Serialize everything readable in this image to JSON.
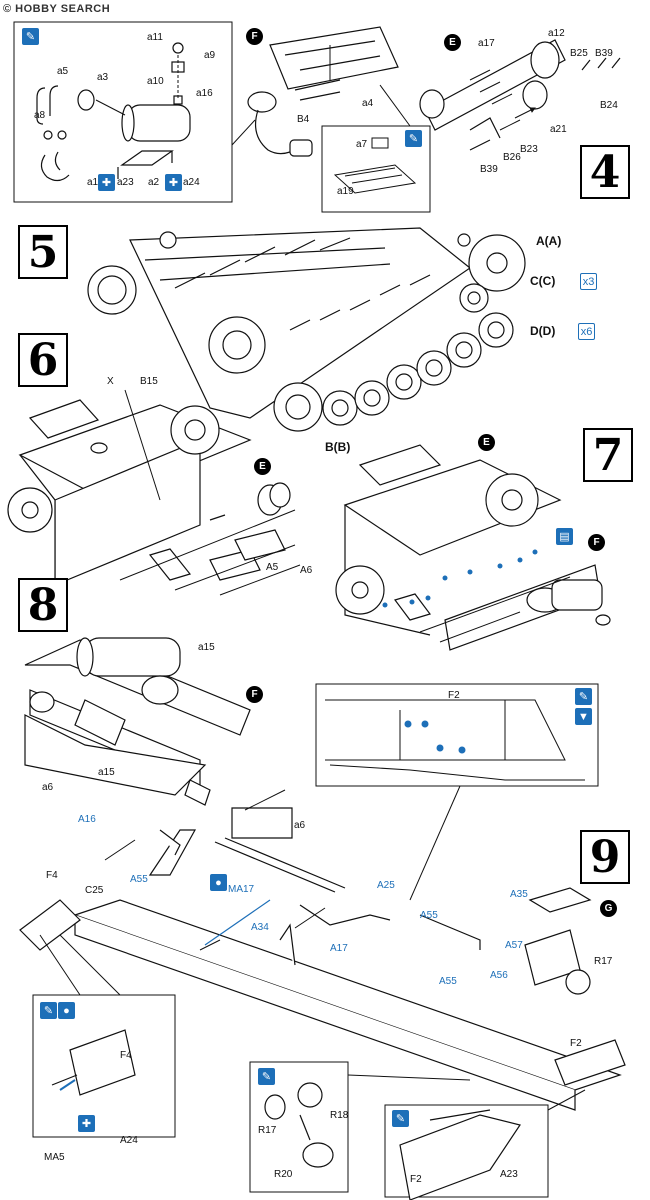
{
  "header": {
    "logo_text": "© HOBBY SEARCH"
  },
  "steps": {
    "s4": "4",
    "s5": "5",
    "s6": "6",
    "s7": "7",
    "s8": "8",
    "s9": "9"
  },
  "letters": {
    "e_top": "E",
    "f_top": "F",
    "e_step6": "E",
    "e_step7": "E",
    "f_step7": "F",
    "f_step8": "F",
    "g_step9": "G",
    "a": "A",
    "c": "C",
    "d": "D",
    "b": "B"
  },
  "wheel_labels": {
    "a_pair": "A(A)",
    "c_pair": "C(C)",
    "d_pair": "D(D)",
    "b_pair": "B(B)",
    "c_count": "x3",
    "d_count": "x6"
  },
  "icons": {
    "paint_icon": "paint-brush-icon",
    "glue_icon": "glue-icon",
    "color_icon": "color-callout-icon",
    "flip_icon": "flip-icon"
  },
  "colors": {
    "accent": "#1d6fb8",
    "ink": "#111111"
  },
  "parts_black": [
    "a11",
    "a9",
    "a10",
    "a16",
    "a5",
    "a3",
    "a8",
    "a1",
    "a23",
    "a2",
    "a24",
    "a4",
    "B4",
    "a7",
    "a19",
    "a17",
    "a12",
    "B25",
    "B39",
    "B24",
    "a21",
    "B23",
    "B26",
    "B39",
    "X",
    "B15",
    "A5",
    "A6",
    "a15",
    "a15",
    "a6",
    "a6",
    "F4",
    "C25",
    "F2",
    "R17",
    "R18",
    "R17",
    "R20",
    "F4",
    "MA5",
    "A24",
    "F2",
    "A23"
  ],
  "parts_blue": [
    "A16",
    "A55",
    "MA17",
    "A25",
    "A34",
    "A17",
    "A55",
    "A55",
    "A56",
    "A35",
    "A57"
  ],
  "step9_panel": {
    "f2_label": "F2"
  }
}
